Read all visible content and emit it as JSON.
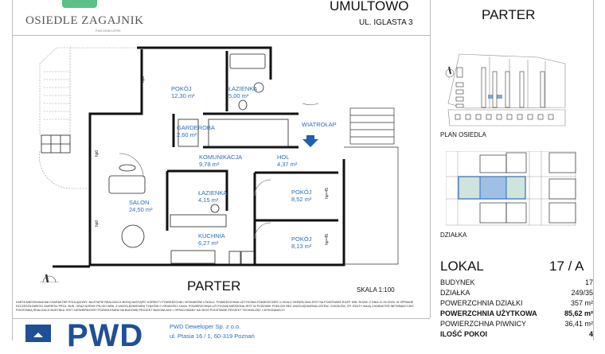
{
  "header": {
    "logo_name": "OSIEDLE ZAGAJNIK",
    "logo_sub": "PWD DEWELOPER",
    "location": "UMULTOWO",
    "address": "UL. IGLASTA 3",
    "logo_color": "#5fbf8a"
  },
  "plan": {
    "rooms": [
      {
        "name": "POKÓJ",
        "area": "12,30 m²"
      },
      {
        "name": "ŁAZIENKA",
        "area": "5,00 m²"
      },
      {
        "name": "GARDEROBA",
        "area": "2,60 m²"
      },
      {
        "name": "WIATROŁAP",
        "area": ""
      },
      {
        "name": "KOMUNIKACJA",
        "area": "9,78 m²"
      },
      {
        "name": "HOL",
        "area": "4,37 m²"
      },
      {
        "name": "ŁAZIENKA",
        "area": "4,15 m²"
      },
      {
        "name": "POKÓJ",
        "area": "8,52 m²"
      },
      {
        "name": "SALON",
        "area": "24,50 m²"
      },
      {
        "name": "KUCHNIA",
        "area": "6,27 m²"
      },
      {
        "name": "POKÓJ",
        "area": "8,13 m²"
      }
    ],
    "window_labels": [
      "hp0",
      "hp0",
      "hp0",
      "hp=45",
      "hp=45"
    ],
    "floor_label": "PARTER",
    "scale": "SKALA  1:100",
    "room_text_color": "#2f6db5",
    "entrance_arrow_color": "#1f5fb0"
  },
  "side": {
    "floor_title": "PARTER",
    "estate_plan_label": "PLAN OSIEDLA",
    "plot_label": "DZIAŁKA",
    "highlight_color": "#4a86c8"
  },
  "unit": {
    "label": "LOKAL",
    "number": "17 / A",
    "rows": [
      {
        "label": "BUDYNEK",
        "value": "17",
        "bold": false
      },
      {
        "label": "DZIAŁKA",
        "value": "249/35",
        "bold": false
      },
      {
        "label": "POWERZCHNIA DZIAŁKI",
        "value": "357 m²",
        "bold": false
      },
      {
        "label": "POWERZCHNIA UŻYTKOWA",
        "value": "85,62 m²",
        "bold": true
      },
      {
        "label": "POWIERZCHNA PIWNICY",
        "value": "36,41 m²",
        "bold": false
      },
      {
        "label": "ILOŚĆ POKOI",
        "value": "4",
        "bold": true
      }
    ]
  },
  "disclaimer": "KARTA MIESZKANIA MA CHARAKTER POGLĄDOWY.    NA ETAPIE REALIZACJI MOGĄ NASTĄPIĆ KOREKTY POWIERZCHNI I WYMIARÓW LOKALU.    POWIERZCHNIA UŻYTKOWA POMIESZCZEŃ I LOKALU OKREŚLONA JEST NA PODSTAWIE ROZP. MIN. ROZW. Z DNIA 11.09.2020r. W SPRAWIE SZCZEGÓŁOWEGO ZAKRESU PROJ. BUD. ORAZ NORMY PN-ISO 9836, Z UWZGLĘDNIENIEM TYNKÓW O GRUBOŚCI 15mm.    POWIERZCHNIA UŻYTKOWA MIERZONA JEST W POZIOMIE PODŁOGI BEZ UWZGLĘDNIENIA LISTEW, COKOŁÓW, ITP.    RZUTY MAJĄ CHARAKTER INFORMACYJNY.    PODSTAWĄ REALIZACJI BUDYNKU JEST ZATWIERDZONY POZWOLENIEM NA BUDOWĘ PROJEKT BUDOWLANY I OPRACOWANY NA JEGO PODSTAWIE PROJEKT TECHNICZNY I WYKONAWCZY.",
  "footer": {
    "logo_text": "PWD",
    "company": "PWD Deweloper Sp. z o.o.",
    "address": "ul. Ptasia 16 / 1, 60-319 Poznań",
    "brand_color": "#1f4f96"
  }
}
